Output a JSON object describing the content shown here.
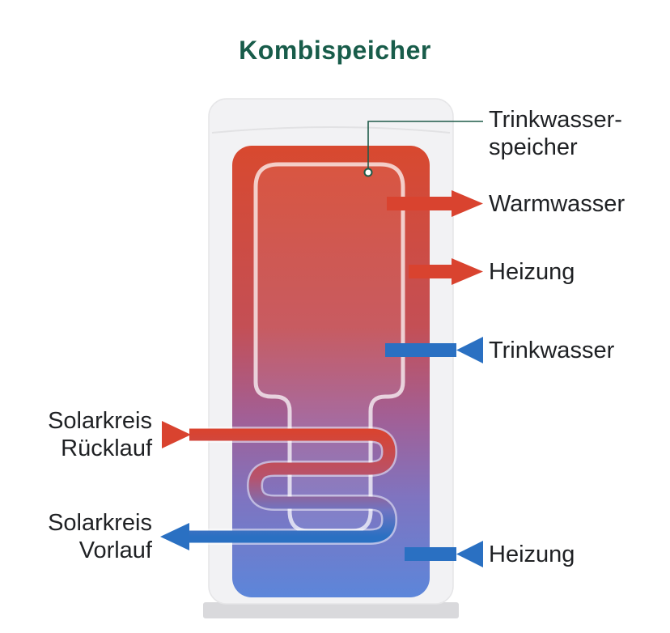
{
  "title": "Kombispeicher",
  "labels": {
    "trinkwasserspeicher": "Trinkwasser-\nspeicher",
    "warmwasser": "Warmwasser",
    "heizung_top": "Heizung",
    "trinkwasser": "Trinkwasser",
    "heizung_bottom": "Heizung",
    "solarkreis_ruecklauf": "Solarkreis\nRücklauf",
    "solarkreis_vorlauf": "Solarkreis\nVorlauf"
  },
  "colors": {
    "hot_red": "#d9432f",
    "cold_blue": "#2a70c2",
    "title_green": "#185c4a",
    "pointer_green": "#1f5b49",
    "tank_gradient_top": "#d8492f",
    "tank_gradient_bottom": "#5c86da"
  }
}
